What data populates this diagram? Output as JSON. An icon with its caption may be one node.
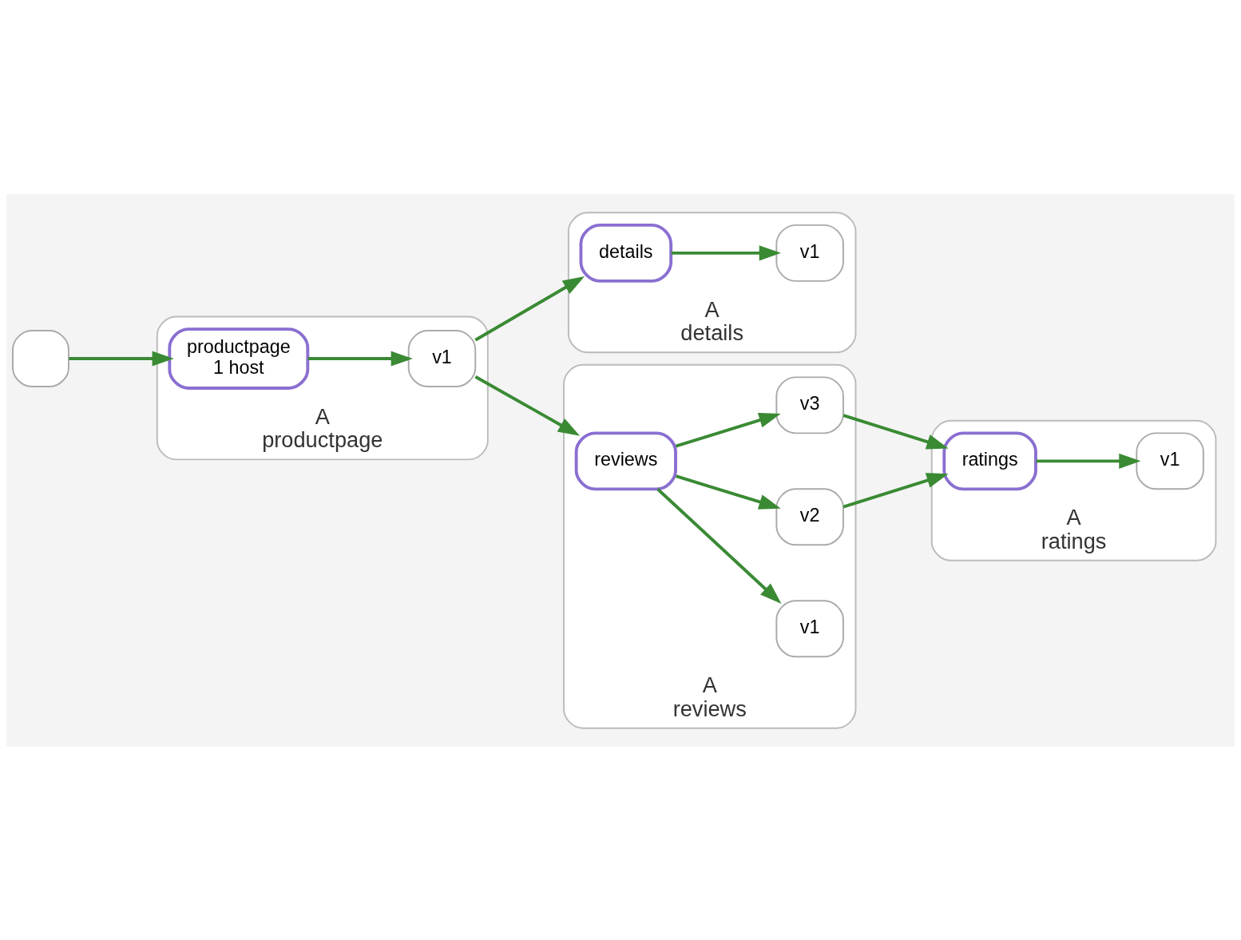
{
  "diagram": {
    "nodes": [
      {
        "text": [
          "A",
          "productpage"
        ]
      },
      {
        "text": [
          "productpage",
          "1 host"
        ],
        "in": 0
      },
      {
        "text": [
          "v1"
        ],
        "in": 0
      },
      {
        "text": [
          "A",
          "details"
        ]
      },
      {
        "text": [
          "details"
        ],
        "in": 3
      },
      {
        "text": [
          "v1"
        ],
        "in": 3
      },
      {
        "text": [
          "A",
          "reviews"
        ]
      },
      {
        "text": [
          "reviews"
        ],
        "in": 6
      },
      {
        "text": [
          "v1"
        ],
        "in": 6
      },
      {
        "text": [
          "v2"
        ],
        "in": 6
      },
      {
        "text": [
          "v3"
        ],
        "in": 6
      },
      {
        "text": [
          "A",
          "ratings"
        ]
      },
      {
        "text": [
          "ratings"
        ],
        "in": 11
      },
      {
        "text": [
          "v1"
        ],
        "in": 11
      },
      {
        "text": [],
        "shape": "box"
      }
    ],
    "edges": [
      {
        "from": 14,
        "to": 1,
        "arrow": "to"
      },
      {
        "from": 1,
        "to": 2,
        "arrow": "to"
      },
      {
        "from": 2,
        "to": 4,
        "arrow": "to"
      },
      {
        "from": 4,
        "to": 5,
        "arrow": "to"
      },
      {
        "from": 2,
        "to": 7,
        "arrow": "to"
      },
      {
        "from": 7,
        "to": 8,
        "arrow": "to"
      },
      {
        "from": 7,
        "to": 9,
        "arrow": "to"
      },
      {
        "from": 7,
        "to": 10,
        "arrow": "to"
      },
      {
        "from": 9,
        "to": 12,
        "arrow": "to"
      },
      {
        "from": 10,
        "to": 12,
        "arrow": "to"
      },
      {
        "from": 12,
        "to": 13,
        "arrow": "to"
      }
    ]
  }
}
